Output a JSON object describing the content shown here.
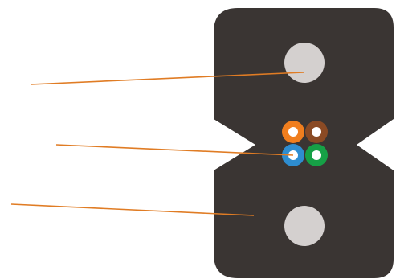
{
  "colors": {
    "background": "#ffffff",
    "sheath": "#3a3533",
    "strength_member": "#d4d0cf",
    "leader_line": "#e07c24",
    "fiber_core": "#ffffff",
    "fiber_orange": "#f07e1e",
    "fiber_brown": "#8a4a24",
    "fiber_blue": "#2e8dd0",
    "fiber_green": "#16a046"
  },
  "diagram": {
    "subject": "flat-drop-fiber-cable-cross-section",
    "strength_members": 2,
    "fibers": [
      {
        "name": "orange",
        "color": "#f07e1e"
      },
      {
        "name": "brown",
        "color": "#8a4a24"
      },
      {
        "name": "blue",
        "color": "#2e8dd0"
      },
      {
        "name": "green",
        "color": "#16a046"
      }
    ],
    "leader_lines": 3,
    "labels": []
  }
}
